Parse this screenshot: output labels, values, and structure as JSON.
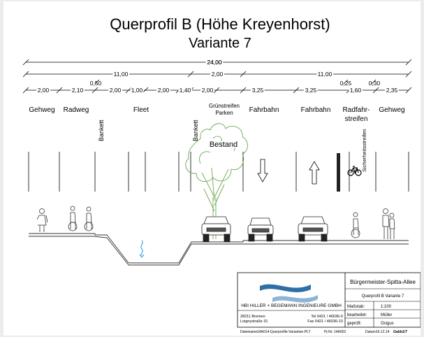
{
  "title": {
    "line1": "Querprofil B (Höhe Kreyenhorst)",
    "line2": "Variante 7"
  },
  "dimensions": {
    "total": "24,00",
    "sides": [
      "11,00",
      "2,00",
      "11,00"
    ],
    "small_top": [
      "0,50",
      "0,25",
      "0,30"
    ],
    "parts": [
      "2,00",
      "2,10",
      "2,00",
      "1,00",
      "2,00",
      "1,40",
      "2,00",
      "3,25",
      "3,25",
      "1,60",
      "2,35"
    ]
  },
  "zones": {
    "gehweg_left": "Gehweg",
    "radweg": "Radweg",
    "bankett_left": "Bankett",
    "fleet": "Fleet",
    "bankett_mid": "Bankett",
    "gruenstreifen_1": "Grünstreifen",
    "gruenstreifen_2": "Parken",
    "fahrbahn_1": "Fahrbahn",
    "fahrbahn_2": "Fahrbahn",
    "radfahr_1": "Radfahr-",
    "radfahr_2": "streifen",
    "sicherheitsstreifen": "Sicherheitsstreifen",
    "gehweg_right": "Gehweg",
    "bestand": "Bestand"
  },
  "title_block": {
    "street": "Bürgermeister-Spitta-Allee",
    "drawing_title": "Querprofil B Variante 7",
    "scale_label": "Maßstab:",
    "scale_value": "1:100",
    "editor_label": "bearbeitet:",
    "editor_value": "Müller",
    "checker_label": "geprüft:",
    "checker_value": "Osigus",
    "company": "HBI HILLER + BEGEMANN INGENIEURE GMBH",
    "city": "28211 Bremen",
    "street_address": "Loignystraße 31",
    "tel": "Tel 0421 / 46036-0",
    "fax": "Fax 0421 / 46036-10"
  },
  "footer": {
    "filename_label": "Dateiname:",
    "filename": "14A014-Querprofile-Varianten.PLT",
    "project_label": "Pj-Nr:",
    "project": "14A002",
    "date_label": "Datum:",
    "date": "16.12.14",
    "sign": "Gabb1/7"
  },
  "colors": {
    "line": "#000000",
    "tree": "#6aa84f",
    "water": "#4aa3df",
    "logo": "#2f6fa8",
    "ground": "#333333"
  }
}
